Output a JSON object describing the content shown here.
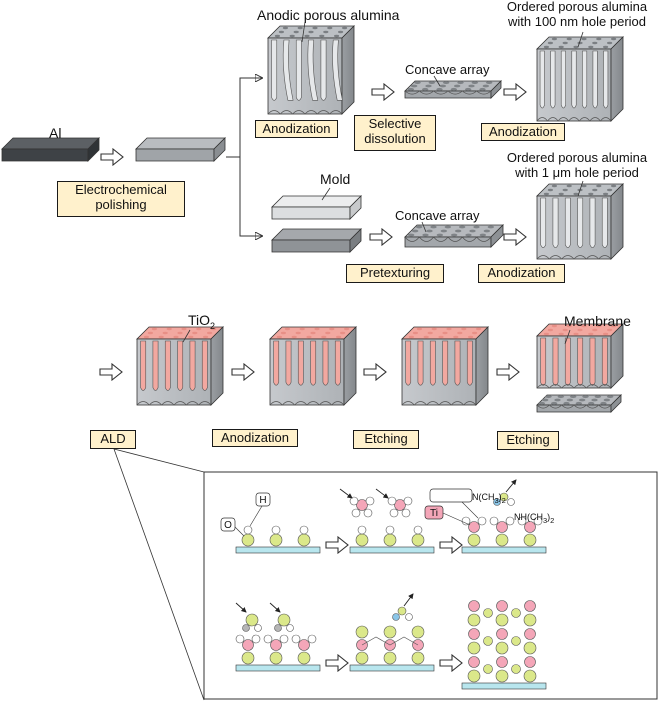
{
  "labels": {
    "al": "Al",
    "electrochemical_polishing": "Electrochemical polishing",
    "anodic_porous_alumina": "Anodic porous alumina",
    "anodization_1": "Anodization",
    "concave_array_1": "Concave array",
    "selective_dissolution": "Selective dissolution",
    "ordered_100nm_line1": "Ordered  porous alumina",
    "ordered_100nm_line2": "with 100 nm hole period",
    "anodization_2": "Anodization",
    "mold": "Mold",
    "concave_array_2": "Concave array",
    "pretexturing": "Pretexturing",
    "ordered_1um_line1": "Ordered  porous alumina",
    "ordered_1um_line2": "with 1 μm hole period",
    "anodization_3": "Anodization",
    "tio2_base": "TiO",
    "tio2_sub": "2",
    "membrane": "Membrane",
    "ald": "ALD",
    "anodization_4": "Anodization",
    "etching_1": "Etching",
    "etching_2": "Etching",
    "ald_o": "O",
    "ald_h": "H",
    "ald_ti": "Ti",
    "ald_nch3": "N(CH",
    "ald_nch3_sub": "3",
    "ald_nch3_close": ")",
    "ald_nch3_sub2": "2",
    "ald_nhch3": "NH(CH",
    "ald_nhch3_sub": "3",
    "ald_nhch3_close": ")",
    "ald_nhch3_sub2": "2"
  },
  "colors": {
    "alumina_light": "#d4d6d9",
    "alumina_mid": "#b9bcc0",
    "alumina_dark": "#8e9296",
    "al_dark": "#4b4f53",
    "tio2": "#f2a8a0",
    "label_box": "#fff1cc",
    "substrate": "#b8e6ee",
    "oxygen": "#dbe88a",
    "titanium": "#f4a6b8",
    "hydrogen": "#ffffff"
  }
}
